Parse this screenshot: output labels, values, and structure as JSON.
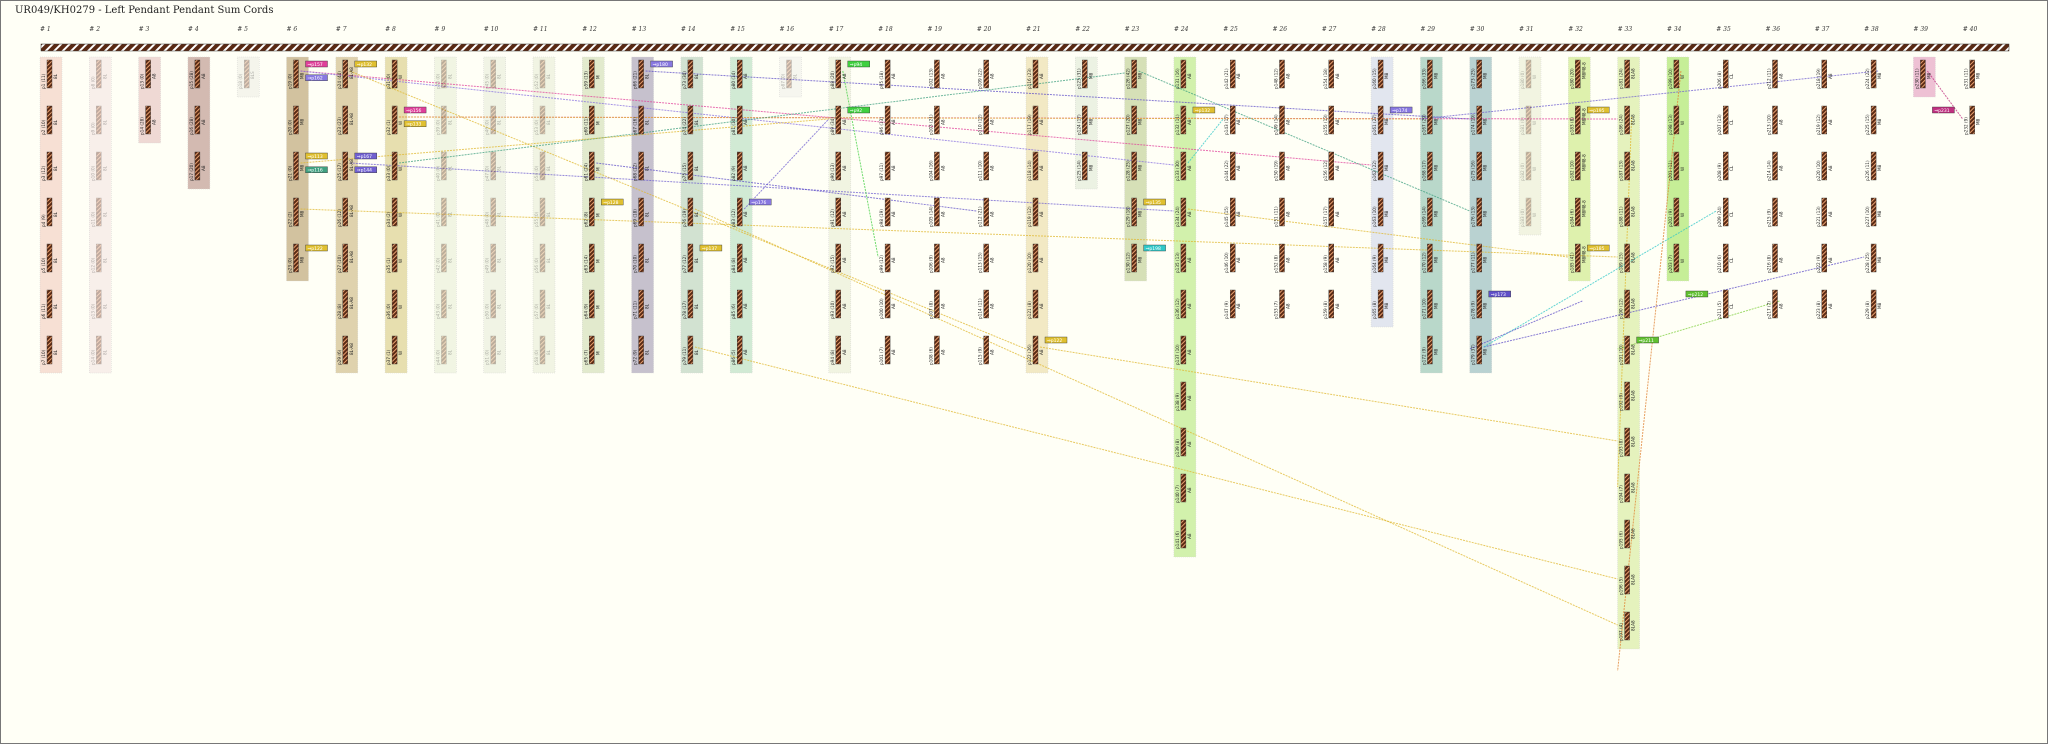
{
  "title": "UR049/KH0279 - Left Pendant Pendant Sum Cords",
  "colors": {
    "cord": "#5a2a14",
    "background": "#fffff6"
  },
  "columns": [
    {
      "h": "# 1",
      "k": "8L",
      "band": "#f6d9cc",
      "c": [
        "p1 (11)",
        "p2 (10)",
        "p3 (12)",
        "p4 (9)",
        "p5 (10)",
        "p6 (11)",
        "p7 (10)"
      ]
    },
    {
      "h": "# 2",
      "k": "8L",
      "band": "#f7ece8",
      "faint": 1,
      "c": [
        "p8 (0)",
        "p9 (0)",
        "p10 (0)",
        "p11 (0)",
        "p12 (0)",
        "p13 (0)",
        "p14 (0)"
      ]
    },
    {
      "h": "# 3",
      "k": "A8",
      "band": "#ecd0cc",
      "c": [
        "p13 (0)",
        "p14 (28)"
      ]
    },
    {
      "h": "# 4",
      "k": "A8",
      "band": "#c9aaa0",
      "c": [
        "p15 (28)",
        "p16 (28)",
        "p17 (20)"
      ]
    },
    {
      "h": "# 5",
      "k": "8LS",
      "band": "#f3f3ea",
      "faint": 1,
      "c": [
        "p18 (0)"
      ]
    },
    {
      "h": "# 6",
      "k": "M8",
      "band": "#c8b48a",
      "c": [
        "p19 (0)",
        "p20 (0)",
        "p21 (0)",
        "p22 (2)",
        "p23 (0)"
      ]
    },
    {
      "h": "# 7",
      "k": "8L-A8",
      "band": "#d8c89c",
      "c": [
        "p24 (44)",
        "p23 (23)",
        "p25 (17)",
        "p26 (12)",
        "p27 (10)",
        "p28 (8)",
        "p29 (6)"
      ]
    },
    {
      "h": "# 8",
      "k": "W",
      "band": "#e2d89e",
      "c": [
        "p31 (0)",
        "p32 (1)",
        "p33 (0)",
        "p34 (2)",
        "p35 (1)",
        "p36 (0)",
        "p37 (1)"
      ]
    },
    {
      "h": "# 9",
      "k": "8L",
      "band": "#eef3df",
      "faint": 1,
      "c": [
        "p38 (0)",
        "p39 (0)",
        "p40 (0)",
        "p41 (0)",
        "p42 (0)",
        "p43 (0)",
        "p44 (0)"
      ]
    },
    {
      "h": "# 10",
      "k": "8L",
      "band": "#eef2e2",
      "faint": 1,
      "c": [
        "p45 (0)",
        "p46 (0)",
        "p47 (0)",
        "p48 (0)",
        "p49 (0)",
        "p50 (0)",
        "p51 (0)"
      ]
    },
    {
      "h": "# 11",
      "k": "8L",
      "band": "#eef2df",
      "faint": 1,
      "c": [
        "p52 (0)",
        "p53 (0)",
        "p54 (0)",
        "p55 (0)",
        "p56 (0)",
        "p57 (0)",
        "p58 (0)"
      ]
    },
    {
      "h": "# 12",
      "k": "M",
      "band": "#dbe6c4",
      "c": [
        "p59 (13)",
        "p60 (11)",
        "p61 (24)",
        "p62 (8)",
        "p63 (14)",
        "p64 (9)",
        "p65 (7)"
      ]
    },
    {
      "h": "# 13",
      "k": "8L",
      "band": "#b8b2c4",
      "c": [
        "p66 (21)",
        "p67 (16)",
        "p68 (12)",
        "p69 (18)",
        "p70 (10)",
        "p71 (11)",
        "p72 (9)"
      ]
    },
    {
      "h": "# 14",
      "k": "8L",
      "band": "#c8dcc8",
      "c": [
        "p73 (30)",
        "p74 (22)",
        "p75 (15)",
        "p76 (19)",
        "p77 (12)",
        "p78 (17)",
        "p79 (11)"
      ]
    },
    {
      "h": "# 15",
      "k": "A8",
      "band": "#c6e6cc",
      "c": [
        "p80 (14)",
        "p81 (10)",
        "p82 (9)",
        "p83 (12)",
        "p84 (8)",
        "p85 (6)",
        "p86 (5)"
      ]
    },
    {
      "h": "# 16",
      "k": "8L",
      "band": "#f4f4ee",
      "faint": 1,
      "c": [
        "p87 (0)"
      ]
    },
    {
      "h": "# 17",
      "k": "A8",
      "band": "#eef2dc",
      "c": [
        "p88 (20)",
        "p89 (34)",
        "p90 (13)",
        "p91 (12)",
        "p92 (15)",
        "p93 (10)",
        "p94 (8)"
      ]
    },
    {
      "h": "# 18",
      "k": "A8",
      "band": "",
      "c": [
        "p95 (18)",
        "p96 (13)",
        "p97 (11)",
        "p98 (19)",
        "p99 (12)",
        "p100 (10)",
        "p101 (7)"
      ]
    },
    {
      "h": "# 19",
      "k": "A8",
      "band": "",
      "c": [
        "p102 (13)",
        "p103 (21)",
        "p104 (16)",
        "p105 (14)",
        "p106 (9)",
        "p107 (8)",
        "p108 (6)"
      ]
    },
    {
      "h": "# 20",
      "k": "A8",
      "band": "",
      "c": [
        "p109 (22)",
        "p110 (12)",
        "p111 (10)",
        "p112 (21)",
        "p113 (15)",
        "p114 (11)",
        "p115 (9)"
      ]
    },
    {
      "h": "# 21",
      "k": "A8",
      "band": "#efe4b8",
      "c": [
        "p116 (23)",
        "p117 (19)",
        "p118 (14)",
        "p119 (12)",
        "p120 (10)",
        "p121 (8)",
        "p122 (26)"
      ]
    },
    {
      "h": "# 22",
      "k": "M8",
      "band": "#e8efdf",
      "c": [
        "p123 (31)",
        "p124 (17)",
        "p125 (14)"
      ]
    },
    {
      "h": "# 23",
      "k": "M8",
      "band": "#cdd9a8",
      "c": [
        "p126 (42)",
        "p127 (20)",
        "p128 (25)",
        "p129 (18)",
        "p130 (12)"
      ]
    },
    {
      "h": "# 24",
      "k": "A8",
      "band": "#c8ee9a",
      "c": [
        "p131 (16)",
        "p132 (11)",
        "p133 (30)",
        "p134 (24)",
        "p135 (13)",
        "p136 (12)",
        "p137 (10)",
        "p138 (9)",
        "p139 (8)",
        "p140 (7)",
        "p141 (6)"
      ]
    },
    {
      "h": "# 25",
      "k": "A8",
      "band": "",
      "c": [
        "p142 (21)",
        "p143 (17)",
        "p144 (22)",
        "p145 (15)",
        "p146 (10)",
        "p147 (9)"
      ]
    },
    {
      "h": "# 26",
      "k": "A8",
      "band": "",
      "c": [
        "p148 (12)",
        "p149 (14)",
        "p150 (19)",
        "p151 (11)",
        "p152 (8)",
        "p153 (7)"
      ]
    },
    {
      "h": "# 27",
      "k": "A8",
      "band": "",
      "c": [
        "p154 (18)",
        "p155 (13)",
        "p156 (12)",
        "p157 (17)",
        "p158 (9)",
        "p159 (8)"
      ]
    },
    {
      "h": "# 28",
      "k": "M8",
      "band": "#dce0ee",
      "c": [
        "p160 (15)",
        "p161 (27)",
        "p162 (22)",
        "p163 (10)",
        "p164 (9)",
        "p165 (8)"
      ]
    },
    {
      "h": "# 29",
      "k": "M8",
      "band": "#a8cfc0",
      "c": [
        "p166 (33)",
        "p167 (29)",
        "p168 (17)",
        "p169 (14)",
        "p170 (12)",
        "p171 (10)",
        "p172 (9)"
      ]
    },
    {
      "h": "# 30",
      "k": "M8",
      "band": "#a8c8c8",
      "c": [
        "p173 (25)",
        "p174 (19)",
        "p175 (16)",
        "p176 (13)",
        "p177 (11)",
        "p178 (9)",
        "p179 (37)"
      ]
    },
    {
      "h": "# 31",
      "k": "W",
      "band": "#f0f2dc",
      "faint": 1,
      "c": [
        "p180 (0)",
        "p181 (0)",
        "p182 (0)",
        "p183 (0)"
      ]
    },
    {
      "h": "# 32",
      "k": "M8M8-8",
      "band": "#d7ee9c",
      "c": [
        "p180 (20)",
        "p183 (8)",
        "p182 (10)",
        "p184 (6)",
        "p185 (41)"
      ]
    },
    {
      "h": "# 33",
      "k": "8LA8",
      "band": "#dff0b0",
      "c": [
        "p181 (24)",
        "p186 (24)",
        "p187 (13)",
        "p188 (11)",
        "p189 (15)",
        "p190 (12)",
        "p191 (10)",
        "p192 (9)",
        "p193 (8)",
        "p194 (7)",
        "p195 (6)",
        "p196 (5)",
        "p197 (4)"
      ]
    },
    {
      "h": "# 34",
      "k": "W",
      "band": "#b8ea80",
      "c": [
        "p199 (10)",
        "p198 (13)",
        "p201 (11)",
        "p202 (9)",
        "p203 (7)"
      ]
    },
    {
      "h": "# 35",
      "k": "CL",
      "band": "",
      "c": [
        "p206 (8)",
        "p207 (13)",
        "p208 (9)",
        "p209 (24)",
        "p210 (6)",
        "p211 (5)"
      ]
    },
    {
      "h": "# 36",
      "k": "A8",
      "band": "",
      "c": [
        "p212 (11)",
        "p213 (10)",
        "p214 (14)",
        "p215 (9)",
        "p216 (8)",
        "p217 (7)"
      ]
    },
    {
      "h": "# 37",
      "k": "A8",
      "band": "",
      "c": [
        "p218 (19)",
        "p219 (12)",
        "p220 (10)",
        "p221 (13)",
        "p222 (9)",
        "p223 (8)"
      ]
    },
    {
      "h": "# 38",
      "k": "M8",
      "band": "",
      "c": [
        "p224 (22)",
        "p225 (15)",
        "p226 (11)",
        "p227 (10)",
        "p228 (25)",
        "p229 (8)"
      ]
    },
    {
      "h": "# 39",
      "k": "M8",
      "band": "#eab2cc",
      "c": [
        "p230 (11)"
      ]
    },
    {
      "h": "# 40",
      "k": "M8",
      "band": "",
      "c": [
        "p231 (11)",
        "p232 (9)"
      ]
    }
  ],
  "tags": [
    [
      6,
      0,
      "⇒p157",
      "#e0409a"
    ],
    [
      6,
      0.3,
      "⇒p162",
      "#8878e0"
    ],
    [
      7,
      0,
      "⇒p132",
      "#e0c030"
    ],
    [
      8,
      1,
      "⇒p156",
      "#e0409a"
    ],
    [
      8,
      1.3,
      "⇒p133",
      "#e0c030"
    ],
    [
      6,
      2,
      "⇒p113",
      "#e0c030"
    ],
    [
      6,
      2.3,
      "⇒p116",
      "#40a080"
    ],
    [
      7,
      2,
      "⇒p167",
      "#7060d0"
    ],
    [
      7,
      2.3,
      "⇒p144",
      "#7060d0"
    ],
    [
      6,
      4,
      "⇒p122",
      "#e0c030"
    ],
    [
      13,
      0,
      "⇒p180",
      "#8878e0"
    ],
    [
      12,
      3,
      "⇒p128",
      "#e0c030"
    ],
    [
      14,
      4,
      "⇒p137",
      "#e0c030"
    ],
    [
      15,
      3,
      "⇒p176",
      "#8878e0"
    ],
    [
      17,
      0,
      "⇒p94",
      "#40d040"
    ],
    [
      17,
      1,
      "⇒p92",
      "#40d040"
    ],
    [
      21,
      6,
      "⇒p122",
      "#e0c030"
    ],
    [
      24,
      1,
      "⇒p132",
      "#e0c030"
    ],
    [
      23,
      3,
      "⇒p135",
      "#e0c030"
    ],
    [
      23,
      4,
      "⇒p198",
      "#30c8c8"
    ],
    [
      28,
      1,
      "⇒p174",
      "#8878e0"
    ],
    [
      32,
      1,
      "⇒p195",
      "#e0c030"
    ],
    [
      32,
      4,
      "⇒p185",
      "#e0c030"
    ],
    [
      30,
      5,
      "⇒p173",
      "#6050c8"
    ],
    [
      33,
      6,
      "⇒p211",
      "#60c030"
    ],
    [
      34,
      5,
      "⇒p212",
      "#60c030"
    ],
    [
      39,
      1,
      "⇒p231",
      "#c03080"
    ]
  ],
  "links": [
    [
      6,
      0,
      28,
      2,
      "#e0409a"
    ],
    [
      6,
      0,
      24,
      2,
      "#8870e0"
    ],
    [
      7,
      0,
      21,
      6,
      "#e0b830"
    ],
    [
      8,
      1,
      33,
      1,
      "#e0409a"
    ],
    [
      8,
      1,
      29,
      1,
      "#e0b830"
    ],
    [
      8,
      2,
      23,
      0,
      "#40a080"
    ],
    [
      7,
      2,
      24,
      3,
      "#7060d0"
    ],
    [
      6,
      2,
      17,
      1,
      "#e0b830"
    ],
    [
      6,
      3,
      33,
      4,
      "#e0b830"
    ],
    [
      12,
      2,
      20,
      3,
      "#6050c8"
    ],
    [
      15,
      3,
      17,
      1,
      "#7060d0"
    ],
    [
      13,
      0,
      30,
      1,
      "#6050c8"
    ],
    [
      17,
      0,
      18,
      4,
      "#40d040"
    ],
    [
      21,
      6,
      33,
      8,
      "#e0b830"
    ],
    [
      14,
      6,
      33,
      11,
      "#e0b830"
    ],
    [
      14,
      3,
      33,
      12,
      "#e0b830"
    ],
    [
      23,
      0,
      30,
      3,
      "#40a080"
    ],
    [
      24,
      2,
      25,
      1,
      "#30c8c8"
    ],
    [
      30,
      6,
      38,
      4,
      "#6050c8"
    ],
    [
      30,
      6,
      35,
      3,
      "#30c8c8"
    ],
    [
      32,
      5,
      30,
      6,
      "#6050c8"
    ],
    [
      36,
      5,
      33,
      6,
      "#80d040"
    ],
    [
      38,
      0,
      29,
      1,
      "#7060d0"
    ],
    [
      39,
      0,
      40,
      1,
      "#c03080"
    ],
    [
      24,
      3,
      32,
      4,
      "#e0b830"
    ],
    [
      33,
      1,
      33,
      9,
      "#e0b830"
    ],
    [
      34,
      0,
      33,
      13,
      "#e08030"
    ]
  ]
}
